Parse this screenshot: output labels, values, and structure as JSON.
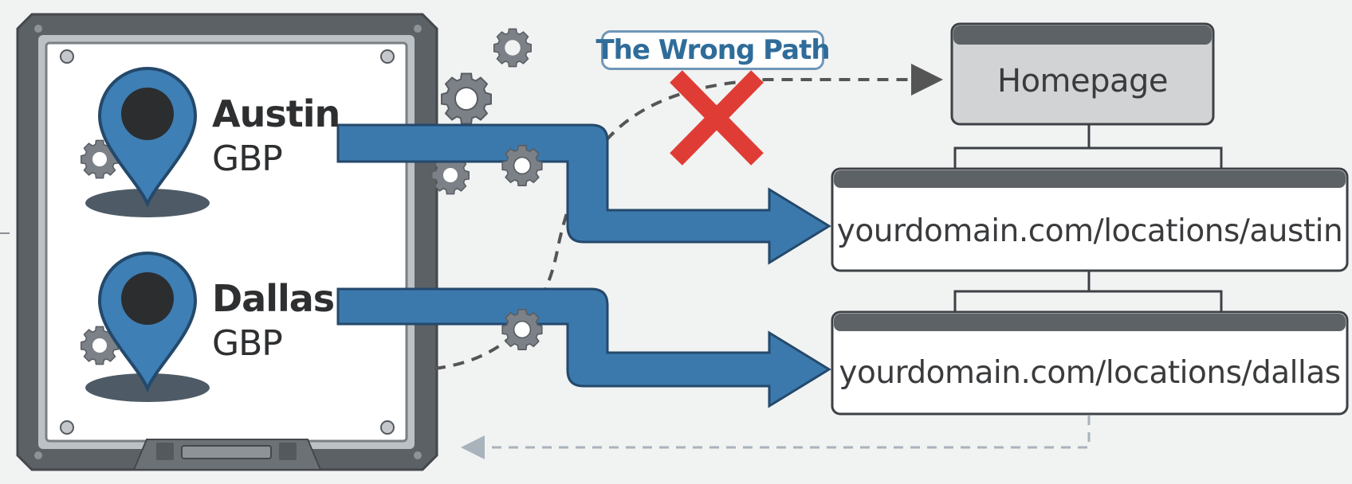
{
  "locations": [
    {
      "city": "Austin",
      "profile": "GBP"
    },
    {
      "city": "Dallas",
      "profile": "GBP"
    }
  ],
  "wrong_path_label": "The Wrong Path",
  "site": {
    "homepage": "Homepage",
    "pages": [
      "yourdomain.com/locations/austin",
      "yourdomain.com/locations/dallas"
    ]
  },
  "colors": {
    "arrow_blue": "#3b79ad",
    "pin_blue": "#3e7fb5",
    "frame_gray": "#5c6166",
    "cross_red": "#e03c36",
    "dashed_path": "#555555",
    "return_path": "#a9b3bc"
  },
  "icons": [
    "map-pin-icon",
    "gear-icon",
    "cross-icon",
    "arrow-icon"
  ]
}
